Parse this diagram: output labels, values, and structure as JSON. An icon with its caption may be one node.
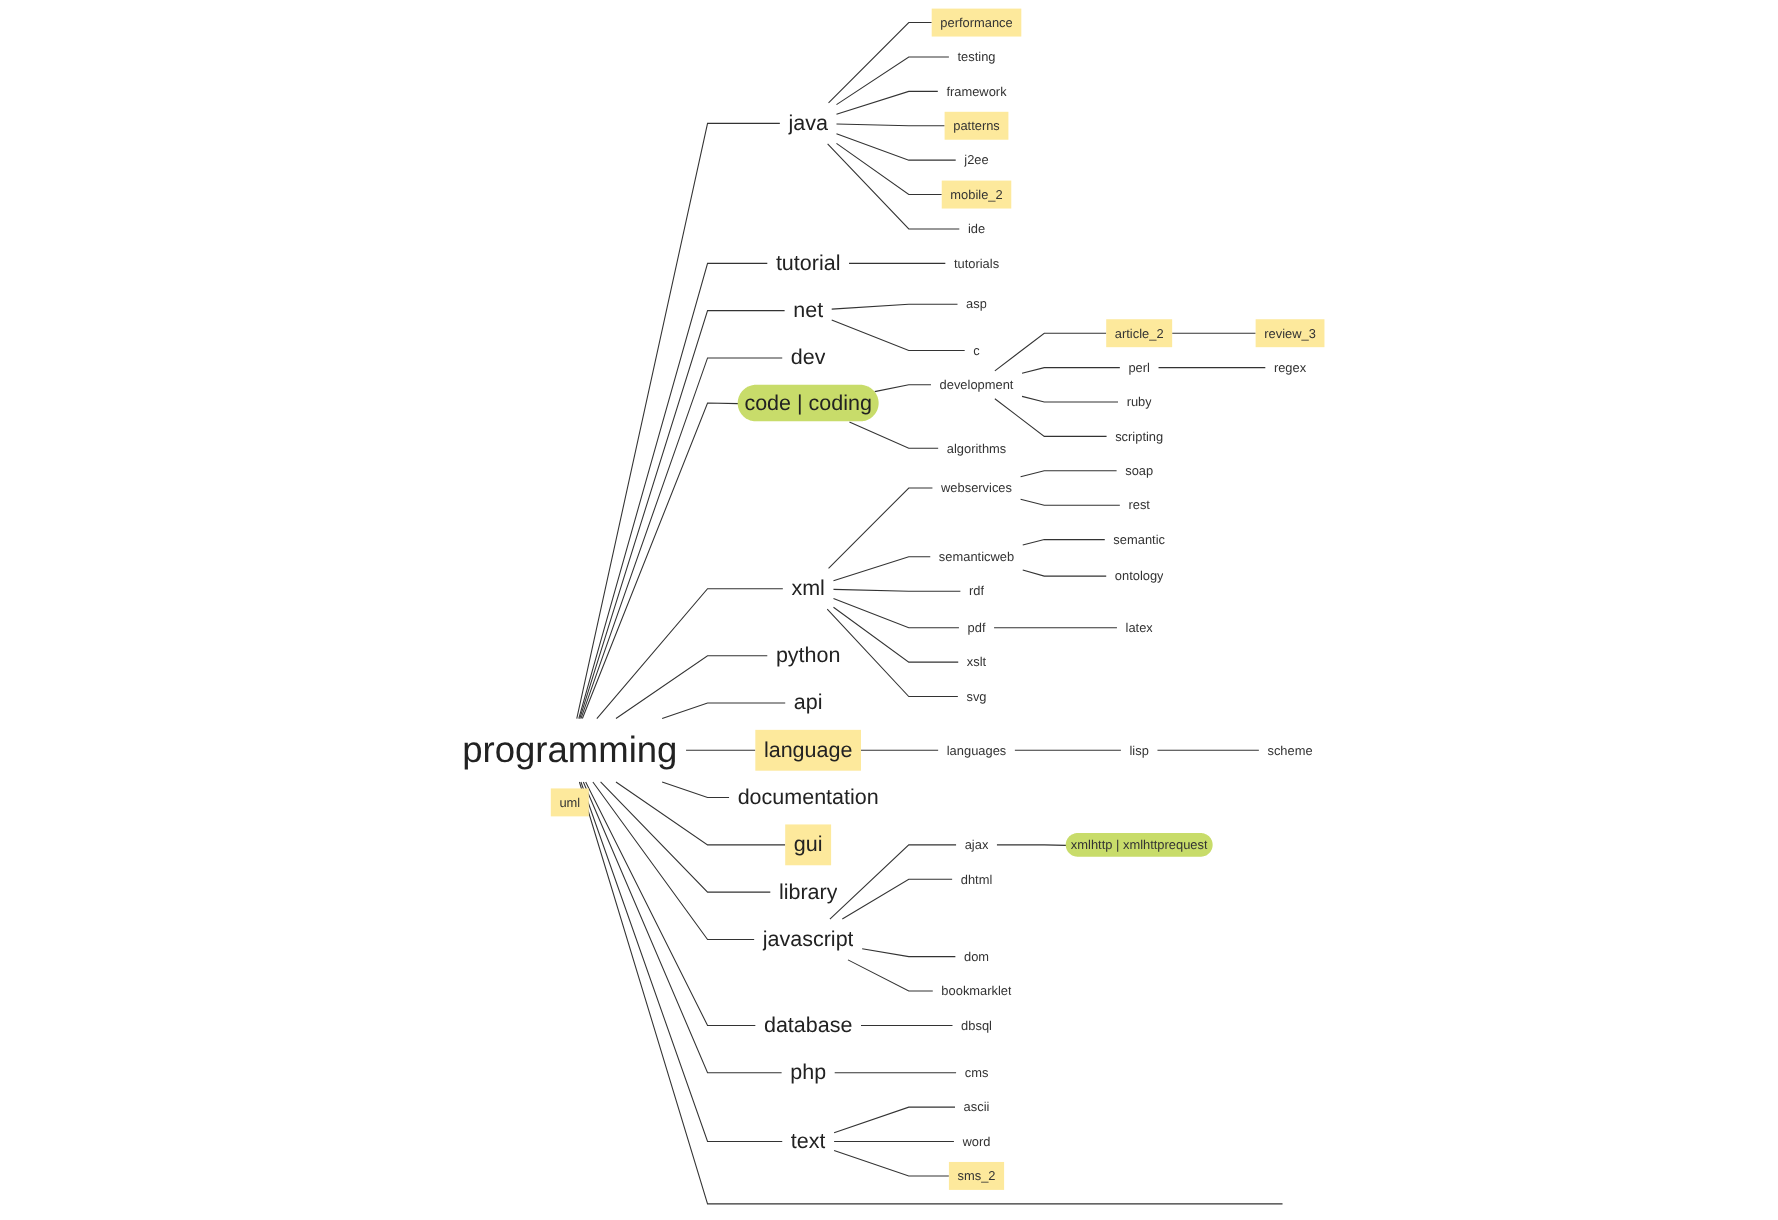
{
  "diagram": {
    "nodes": [
      {
        "text": [
          "programming"
        ]
      },
      {
        "text": [
          "java"
        ]
      },
      {
        "text": [
          "performance"
        ]
      },
      {
        "text": [
          "testing"
        ]
      },
      {
        "text": [
          "framework"
        ]
      },
      {
        "text": [
          "patterns"
        ]
      },
      {
        "text": [
          "j2ee"
        ]
      },
      {
        "text": [
          "mobile_2"
        ]
      },
      {
        "text": [
          "ide"
        ]
      },
      {
        "text": [
          "uml"
        ]
      },
      {
        "text": [
          "tutorial"
        ]
      },
      {
        "text": [
          "tutorials"
        ]
      },
      {
        "text": [
          "net"
        ]
      },
      {
        "text": [
          "asp"
        ]
      },
      {
        "text": [
          "c"
        ]
      },
      {
        "text": [
          "dev"
        ]
      },
      {
        "text": [
          "development"
        ]
      },
      {
        "text": [
          "review_3"
        ]
      },
      {
        "text": [
          "article_2"
        ]
      },
      {
        "text": [
          "regex"
        ]
      },
      {
        "text": [
          "perl"
        ]
      },
      {
        "text": [
          "ruby"
        ]
      },
      {
        "text": [
          "scripting"
        ]
      },
      {
        "text": [
          "code | coding"
        ]
      },
      {
        "text": [
          "algorithms"
        ]
      },
      {
        "text": [
          "xml"
        ]
      },
      {
        "text": [
          "webservices"
        ]
      },
      {
        "text": [
          "soap"
        ]
      },
      {
        "text": [
          "rest"
        ]
      },
      {
        "text": [
          "semantic"
        ]
      },
      {
        "text": [
          "ontology"
        ]
      },
      {
        "text": [
          "semanticweb"
        ]
      },
      {
        "text": [
          "rdf"
        ]
      },
      {
        "text": [
          "pdf"
        ]
      },
      {
        "text": [
          "latex"
        ]
      },
      {
        "text": [
          "xslt"
        ]
      },
      {
        "text": [
          "svg"
        ]
      },
      {
        "text": [
          "python"
        ]
      },
      {
        "text": [
          "api"
        ]
      },
      {
        "text": [
          "language"
        ]
      },
      {
        "text": [
          "languages"
        ]
      },
      {
        "text": [
          "scheme"
        ]
      },
      {
        "text": [
          "lisp"
        ]
      },
      {
        "text": [
          "documentation"
        ]
      },
      {
        "text": [
          "gui"
        ]
      },
      {
        "text": [
          "library"
        ]
      },
      {
        "text": [
          "javascript"
        ]
      },
      {
        "text": [
          "ajax"
        ]
      },
      {
        "text": [
          "xmlhttp | xmlhttprequest"
        ]
      },
      {
        "text": [
          "dhtml"
        ]
      },
      {
        "text": [
          "dom"
        ]
      },
      {
        "text": [
          "bookmarklet"
        ]
      },
      {
        "text": [
          "database"
        ]
      },
      {
        "text": [
          "dbsql"
        ]
      },
      {
        "text": [
          "php"
        ]
      },
      {
        "text": [
          "cms"
        ]
      },
      {
        "text": [
          "text"
        ]
      },
      {
        "text": [
          "ascii"
        ]
      },
      {
        "text": [
          "word"
        ]
      },
      {
        "text": [
          "sms_2"
        ]
      }
    ],
    "edges": [
      {
        "from": 0,
        "to": 1,
        "arrow": "none"
      },
      {
        "from": 1,
        "to": 2,
        "arrow": "none"
      },
      {
        "from": 1,
        "to": 3,
        "arrow": "none"
      },
      {
        "from": 1,
        "to": 4,
        "arrow": "none"
      },
      {
        "from": 1,
        "to": 5,
        "arrow": "none"
      },
      {
        "from": 1,
        "to": 6,
        "arrow": "none"
      },
      {
        "from": 1,
        "to": 7,
        "arrow": "none"
      },
      {
        "from": 1,
        "to": 8,
        "arrow": "none"
      },
      {
        "from": 0,
        "to": 10,
        "arrow": "none"
      },
      {
        "from": 10,
        "to": 11,
        "arrow": "none"
      },
      {
        "from": 0,
        "to": 12,
        "arrow": "none"
      },
      {
        "from": 12,
        "to": 13,
        "arrow": "none"
      },
      {
        "from": 12,
        "to": 14,
        "arrow": "none"
      },
      {
        "from": 0,
        "to": 15,
        "arrow": "none"
      },
      {
        "from": 0,
        "to": 23,
        "arrow": "none"
      },
      {
        "from": 23,
        "to": 16,
        "arrow": "none"
      },
      {
        "from": 23,
        "to": 24,
        "arrow": "none"
      },
      {
        "from": 16,
        "to": 18,
        "arrow": "none"
      },
      {
        "from": 18,
        "to": 17,
        "arrow": "none"
      },
      {
        "from": 16,
        "to": 20,
        "arrow": "none"
      },
      {
        "from": 20,
        "to": 19,
        "arrow": "none"
      },
      {
        "from": 16,
        "to": 21,
        "arrow": "none"
      },
      {
        "from": 16,
        "to": 22,
        "arrow": "none"
      },
      {
        "from": 0,
        "to": 25,
        "arrow": "none"
      },
      {
        "from": 25,
        "to": 26,
        "arrow": "none"
      },
      {
        "from": 26,
        "to": 27,
        "arrow": "none"
      },
      {
        "from": 26,
        "to": 28,
        "arrow": "none"
      },
      {
        "from": 25,
        "to": 31,
        "arrow": "none"
      },
      {
        "from": 31,
        "to": 29,
        "arrow": "none"
      },
      {
        "from": 31,
        "to": 30,
        "arrow": "none"
      },
      {
        "from": 25,
        "to": 32,
        "arrow": "none"
      },
      {
        "from": 25,
        "to": 33,
        "arrow": "none"
      },
      {
        "from": 33,
        "to": 34,
        "arrow": "none"
      },
      {
        "from": 25,
        "to": 35,
        "arrow": "none"
      },
      {
        "from": 25,
        "to": 36,
        "arrow": "none"
      },
      {
        "from": 0,
        "to": 37,
        "arrow": "none"
      },
      {
        "from": 0,
        "to": 38,
        "arrow": "none"
      },
      {
        "from": 0,
        "to": 43,
        "arrow": "none"
      },
      {
        "from": 0,
        "to": 44,
        "arrow": "none"
      },
      {
        "from": 0,
        "to": 39,
        "arrow": "none"
      },
      {
        "from": 39,
        "to": 40,
        "arrow": "none"
      },
      {
        "from": 40,
        "to": 42,
        "arrow": "none"
      },
      {
        "from": 42,
        "to": 41,
        "arrow": "none"
      },
      {
        "from": 0,
        "to": 45,
        "arrow": "none"
      },
      {
        "from": 0,
        "to": 46,
        "arrow": "none"
      },
      {
        "from": 46,
        "to": 47,
        "arrow": "none"
      },
      {
        "from": 47,
        "to": 48,
        "arrow": "none"
      },
      {
        "from": 46,
        "to": 49,
        "arrow": "none"
      },
      {
        "from": 46,
        "to": 50,
        "arrow": "none"
      },
      {
        "from": 46,
        "to": 51,
        "arrow": "none"
      },
      {
        "from": 0,
        "to": 52,
        "arrow": "none"
      },
      {
        "from": 52,
        "to": 53,
        "arrow": "none"
      },
      {
        "from": 0,
        "to": 54,
        "arrow": "none"
      },
      {
        "from": 54,
        "to": 55,
        "arrow": "none"
      },
      {
        "from": 0,
        "to": 56,
        "arrow": "none"
      },
      {
        "from": 56,
        "to": 57,
        "arrow": "none"
      },
      {
        "from": 56,
        "to": 58,
        "arrow": "none"
      },
      {
        "from": 56,
        "to": 59,
        "arrow": "none"
      },
      {
        "from": 0,
        "to": null,
        "arrow": "none"
      }
    ]
  }
}
